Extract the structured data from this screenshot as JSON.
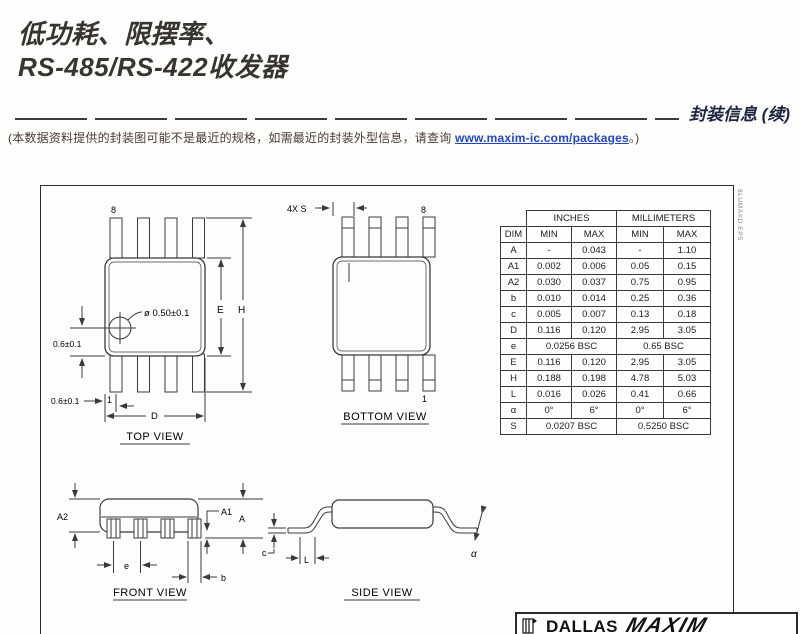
{
  "header": {
    "title_line1": "低功耗、限摆率、",
    "title_line2": "RS-485/RS-422收发器",
    "section_title": "封装信息 (续)",
    "note_prefix": "(本数据资料提供的封装图可能不是最近的规格，如需最近的封装外型信息，请查询 ",
    "note_link": "www.maxim-ic.com/packages",
    "note_suffix": "。)"
  },
  "drawing": {
    "eps_label": "8LUMAXD.EPS",
    "top_view": {
      "caption": "TOP VIEW",
      "pin_top": "8",
      "pin_bottom": "1",
      "circle_dim": "ø 0.50±0.1",
      "left_dim": "0.6±0.1",
      "bottom_left_dim": "0.6±0.1",
      "dim_D": "D",
      "dim_E": "E",
      "dim_H": "H"
    },
    "bottom_view": {
      "caption": "BOTTOM VIEW",
      "pin_top": "8",
      "pin_bottom": "1",
      "dim_S": "4X S"
    },
    "front_view": {
      "caption": "FRONT VIEW",
      "dim_A": "A",
      "dim_A1": "A1",
      "dim_A2": "A2",
      "dim_e": "e",
      "dim_b": "b"
    },
    "side_view": {
      "caption": "SIDE VIEW",
      "dim_c": "c",
      "dim_L": "L",
      "dim_alpha": "α"
    }
  },
  "table": {
    "group_headers": [
      "INCHES",
      "MILLIMETERS"
    ],
    "col_headers": [
      "DIM",
      "MIN",
      "MAX",
      "MIN",
      "MAX"
    ],
    "rows": [
      {
        "dim": "A",
        "in_min": "-",
        "in_max": "0.043",
        "mm_min": "-",
        "mm_max": "1.10"
      },
      {
        "dim": "A1",
        "in_min": "0.002",
        "in_max": "0.006",
        "mm_min": "0.05",
        "mm_max": "0.15"
      },
      {
        "dim": "A2",
        "in_min": "0.030",
        "in_max": "0.037",
        "mm_min": "0.75",
        "mm_max": "0.95"
      },
      {
        "dim": "b",
        "in_min": "0.010",
        "in_max": "0.014",
        "mm_min": "0.25",
        "mm_max": "0.36"
      },
      {
        "dim": "c",
        "in_min": "0.005",
        "in_max": "0.007",
        "mm_min": "0.13",
        "mm_max": "0.18"
      },
      {
        "dim": "D",
        "in_min": "0.116",
        "in_max": "0.120",
        "mm_min": "2.95",
        "mm_max": "3.05"
      },
      {
        "dim": "e",
        "in_span": "0.0256 BSC",
        "mm_span": "0.65 BSC"
      },
      {
        "dim": "E",
        "in_min": "0.116",
        "in_max": "0.120",
        "mm_min": "2.95",
        "mm_max": "3.05"
      },
      {
        "dim": "H",
        "in_min": "0.188",
        "in_max": "0.198",
        "mm_min": "4.78",
        "mm_max": "5.03"
      },
      {
        "dim": "L",
        "in_min": "0.016",
        "in_max": "0.026",
        "mm_min": "0.41",
        "mm_max": "0.66"
      },
      {
        "dim": "α",
        "in_min": "0°",
        "in_max": "6°",
        "mm_min": "0°",
        "mm_max": "6°"
      },
      {
        "dim": "S",
        "in_span": "0.0207 BSC",
        "mm_span": "0.5250 BSC"
      }
    ]
  },
  "footer": {
    "brand_dallas": "DALLAS",
    "brand_maxim": "MAXIM"
  },
  "colors": {
    "link": "#1f46c8",
    "note_text": "#4c3a32",
    "section_title": "#1d2742",
    "line": "#3a3a3a"
  }
}
